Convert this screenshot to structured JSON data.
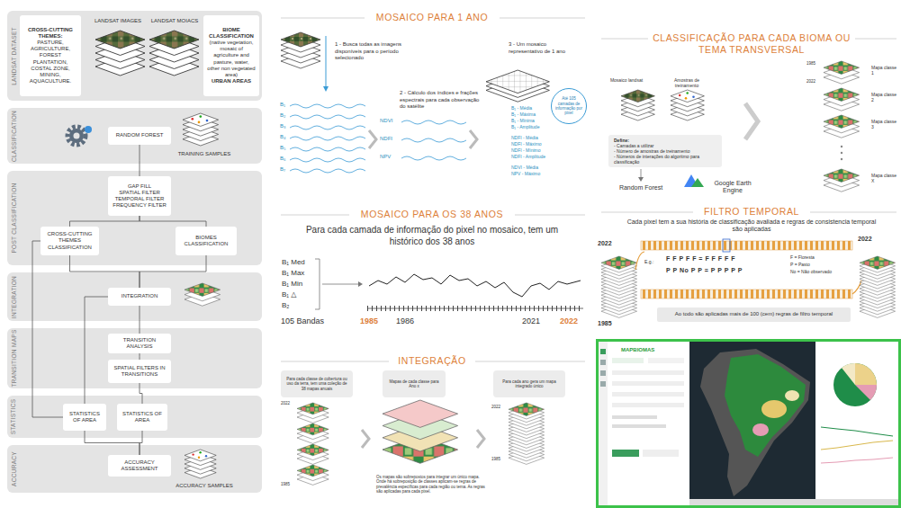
{
  "diagram": {
    "nodes": [
      {
        "text": [
          "LANDSAT DATASET"
        ]
      },
      {
        "text": [
          "CROSS-CUTTING THEMES:",
          "PASTURE, AGRICULTURE, FOREST PLANTATION, COSTAL ZONE, MINING, AQUACULTURE."
        ],
        "in": 0
      },
      {
        "text": [
          "BIOME CLASSIFICATION",
          "(native vegetation, mosaic of agriculture and pasture, water, other non vegetated area)",
          "URBAN AREAS"
        ],
        "in": 0
      },
      {
        "text": [
          "CLASSIFICATION"
        ]
      },
      {
        "text": [
          "RANDOM FOREST"
        ],
        "in": 3
      },
      {
        "text": [
          "POST CLASSIFICATION"
        ]
      },
      {
        "text": [
          "GAP FILL",
          "SPATIAL FILTER",
          "TEMPORAL FILTER",
          "FREQUENCY FILTER"
        ],
        "in": 5
      },
      {
        "text": [
          "CROSS-CUTTING THEMES CLASSIFICATION"
        ],
        "in": 5
      },
      {
        "text": [
          "BIOMES CLASSIFICATION"
        ],
        "in": 5
      },
      {
        "text": [
          "INTEGRATION"
        ]
      },
      {
        "text": [
          "INTEGRATION"
        ],
        "in": 9
      },
      {
        "text": [
          "TRANSITION MAPS"
        ]
      },
      {
        "text": [
          "TRANSITION ANALYSIS"
        ],
        "in": 11
      },
      {
        "text": [
          "SPATIAL FILTERS IN TRANSITIONS"
        ],
        "in": 11
      },
      {
        "text": [
          "STATISTICS"
        ]
      },
      {
        "text": [
          "STATISTICS OF AREA"
        ],
        "in": 14
      },
      {
        "text": [
          "STATISTICS OF AREA"
        ],
        "in": 14
      },
      {
        "text": [
          "ACCURACY"
        ]
      },
      {
        "text": [
          "ACCURACY ASSESSMENT"
        ],
        "in": 17
      },
      {
        "text": [
          "Até 105 camadas de informação por pixel"
        ]
      },
      {
        "text": [
          "Para cada classe de cobertura ou uso da terra, tem uma coleção de 38 mapas anuais"
        ]
      },
      {
        "text": [
          "Mapas de cada classe para Ano x"
        ]
      },
      {
        "text": [
          "Para cada ano gera um mapa integrado único"
        ]
      },
      {
        "text": [
          "Define:",
          "- Camadas a utilizar",
          "- Número de amostras de treinamento",
          "- Números de interações do algoritmo para classificação"
        ]
      },
      {
        "text": [
          "Ao todo são aplicadas mais de 100 (cem) regras de filtro temporal"
        ]
      }
    ],
    "edges": [
      {
        "from": 4,
        "to": 6,
        "arrow": "none"
      },
      {
        "from": 6,
        "to": 7,
        "arrow": "none"
      },
      {
        "from": 6,
        "to": 8,
        "arrow": "none"
      },
      {
        "from": 7,
        "to": 10,
        "arrow": "none"
      },
      {
        "from": 8,
        "to": 10,
        "arrow": "none"
      },
      {
        "from": 10,
        "to": 12,
        "arrow": "none"
      },
      {
        "from": 12,
        "to": 13,
        "arrow": "none"
      },
      {
        "from": 13,
        "to": 16,
        "arrow": "none"
      },
      {
        "from": 7,
        "to": 15,
        "arrow": "none"
      },
      {
        "from": 10,
        "to": 15,
        "arrow": "none"
      },
      {
        "from": 15,
        "to": 18,
        "arrow": "none"
      },
      {
        "from": 16,
        "to": 18,
        "arrow": "none"
      }
    ],
    "labels": [
      "LANDSAT IMAGES",
      "LANDSAT MOIACS",
      "TRAINING SAMPLES",
      "ACCURACY SAMPLES",
      "MOSAICO PARA 1 ANO",
      "1 - Busca todas as imagens disponíveis para o período selecionado",
      "B₁",
      "B₂",
      "B₃",
      "B₄",
      "B₅",
      "B₆",
      "B₇",
      "2 - Cálculo dos índices e frações espectrais para cada observação do satélite",
      "NDVI",
      "NDFI",
      "NPV",
      "3 - Um mosaico representativo de 1 ano",
      "B₁ - Média",
      "B₁ - Máxima",
      "B₁ - Mínima",
      "B₁ - Amplitude",
      "NDFI - Média",
      "NDFI - Máximo",
      "NDFI - Mínimo",
      "NDFI - Amplitude",
      "NDVI - Média",
      "NPV - Máximo",
      "MOSAICO PARA OS 38 ANOS",
      "Para cada camada de informação do pixel no mosaico, tem um histórico dos 38 anos",
      "B₁ Med",
      "B₁ Max",
      "B₁ Min",
      "B₁ △",
      "B₂",
      "105 Bandas",
      "1985",
      "1986",
      "2021",
      "2022",
      "INTEGRAÇÃO",
      "2022",
      "1985",
      "2022",
      "1985",
      "Os mapas são sobrepostos para integrar um único mapa. Onde há sobreposição de classes aplicam-se regras de prevalência específicas para cada região ou tema. As regras são aplicadas para cada pixel.",
      "CLASSIFICAÇÃO PARA CADA BIOMA OU TEMA TRANSVERSAL",
      "Mosaico landsat",
      "Amostras de treinamento",
      "Random Forest",
      "Google Earth Engine",
      "1985",
      "2022",
      "Mapa classe 1",
      "Mapa classe 2",
      "Mapa classe 3",
      "Mapa classe X",
      "FILTRO TEMPORAL",
      "Cada pixel tem a sua história de classificação avaliada e regras de consistencia temporal são aplicadas",
      "2022",
      "1985",
      "2022",
      "E.g.:",
      "F F P F F = F F F F F",
      "P P No P P = P P P P P",
      "F = Floresta",
      "P = Pasto",
      "No = Não observado",
      "MAPBIOMAS"
    ]
  }
}
